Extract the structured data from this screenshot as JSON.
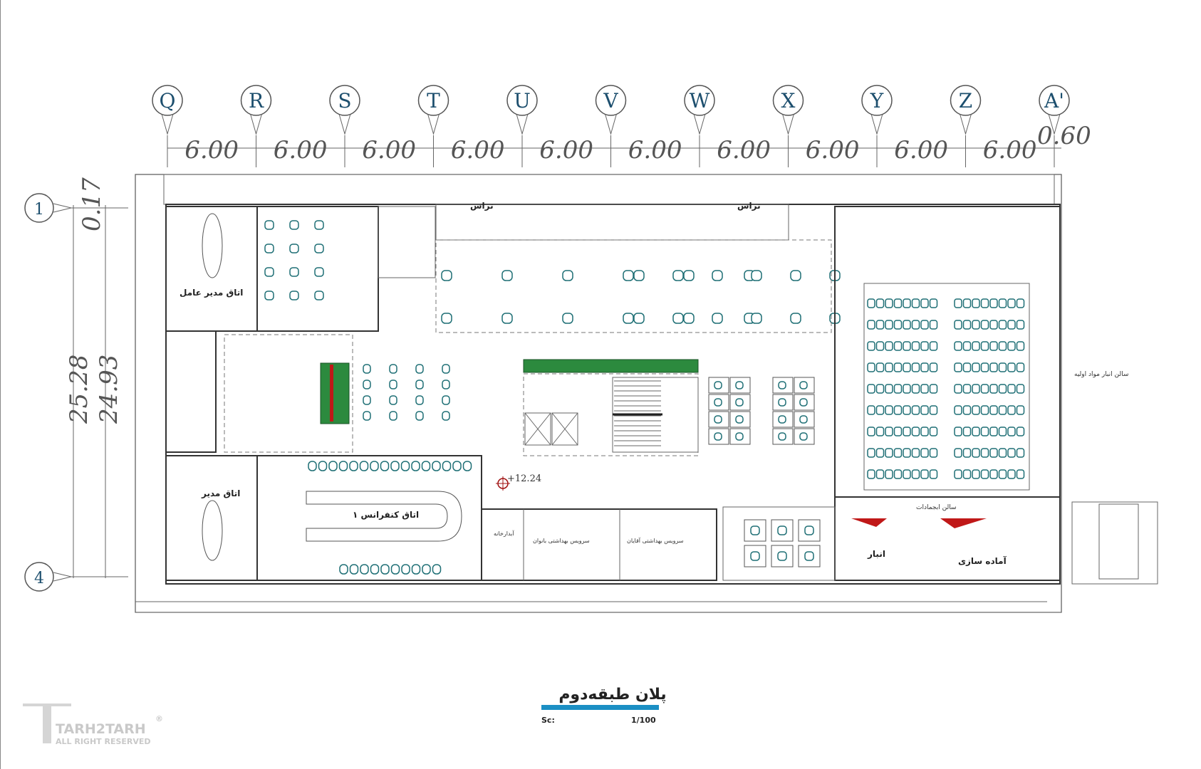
{
  "grid_columns": [
    "Q",
    "R",
    "S",
    "T",
    "U",
    "V",
    "W",
    "X",
    "Y",
    "Z",
    "A'"
  ],
  "column_dimensions": [
    "6.00",
    "6.00",
    "6.00",
    "6.00",
    "6.00",
    "6.00",
    "6.00",
    "6.00",
    "6.00",
    "6.00"
  ],
  "end_dimension": "0.60",
  "grid_rows": [
    "1",
    "4"
  ],
  "vertical_dimensions": {
    "outer": "25.28",
    "inner": "24.93",
    "top": "0.17"
  },
  "rooms": {
    "terrace_left": "تراس",
    "terrace_right": "تراس",
    "ceo_office": "اتاق مدیر عامل",
    "manager_office": "اتاق مدیر",
    "conference": "اتاق کنفرانس ۱",
    "raw_material_hall": "سالن انبار مواد اولیه",
    "assembly_hall": "سالن ابجمادات",
    "storage": "انبار",
    "preparation": "آماده سازی",
    "pantry": "آبدارخانه",
    "wc_men": "سرویس بهداشتی آقایان",
    "wc_women": "سرویس بهداشتی بانوان"
  },
  "level_marker": "+12.24",
  "title": "پلان طبقه‌دوم",
  "scale_label": "Sc:",
  "scale_value": "1/100",
  "logo": {
    "name": "TARH2TARH",
    "reg": "®",
    "tagline": "ALL RIGHT RESERVED"
  },
  "colors": {
    "grid_text": "#1d4f6e",
    "furniture": "#1e6f75",
    "title_bar": "#1b8fc4",
    "plant": "#2c8a3e",
    "accent_red": "#c01818"
  }
}
